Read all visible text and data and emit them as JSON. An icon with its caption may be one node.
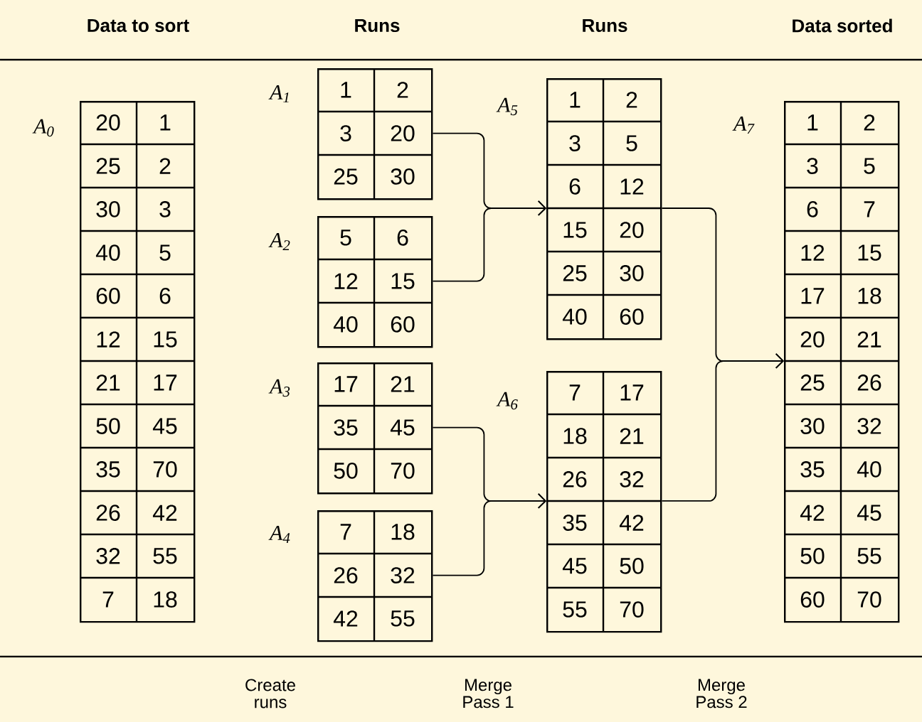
{
  "diagram": {
    "nodes": [
      {
        "text": [
          "20",
          "1",
          "25",
          "2",
          "30",
          "3",
          "40",
          "5",
          "60",
          "6",
          "12",
          "15",
          "21",
          "17",
          "50",
          "45",
          "35",
          "70",
          "26",
          "42",
          "32",
          "55",
          "7",
          "18"
        ],
        "beside": [
          "A$_{0}$"
        ]
      },
      {
        "text": [
          "1",
          "2",
          "3",
          "20",
          "25",
          "30"
        ],
        "beside": [
          "A$_{1}$"
        ]
      },
      {
        "text": [
          "5",
          "6",
          "12",
          "15",
          "40",
          "60"
        ],
        "beside": [
          "A$_{2}$"
        ]
      },
      {
        "text": [
          "17",
          "21",
          "35",
          "45",
          "50",
          "70"
        ],
        "beside": [
          "A$_{3}$"
        ]
      },
      {
        "text": [
          "7",
          "18",
          "26",
          "32",
          "42",
          "55"
        ],
        "beside": [
          "A$_{4}$"
        ]
      },
      {
        "text": [
          "1",
          "2",
          "3",
          "5",
          "6",
          "12",
          "15",
          "20",
          "25",
          "30",
          "40",
          "60"
        ],
        "beside": [
          "A$_{5}$"
        ]
      },
      {
        "text": [
          "7",
          "17",
          "18",
          "21",
          "26",
          "32",
          "35",
          "42",
          "45",
          "50",
          "55",
          "70"
        ],
        "beside": [
          "A$_{6}$"
        ]
      },
      {
        "text": [
          "1",
          "2",
          "3",
          "5",
          "6",
          "7",
          "12",
          "15",
          "17",
          "18",
          "20",
          "21",
          "25",
          "26",
          "30",
          "32",
          "35",
          "40",
          "42",
          "45",
          "50",
          "55",
          "60",
          "70"
        ],
        "beside": [
          "A$_{7}$"
        ]
      }
    ],
    "edges": [
      {
        "from": 1,
        "to": 5,
        "arrow": "to"
      },
      {
        "from": 2,
        "to": 5,
        "arrow": "to"
      },
      {
        "from": 3,
        "to": 6,
        "arrow": "to"
      },
      {
        "from": 4,
        "to": 6,
        "arrow": "to"
      },
      {
        "from": 5,
        "to": 7,
        "arrow": "to"
      },
      {
        "from": 6,
        "to": 7,
        "arrow": "to"
      }
    ],
    "labels": [
      "Data to sort",
      "Runs",
      "Runs",
      "Data sorted",
      "Create runs",
      "Merge Pass 1",
      "Merge Pass 2"
    ]
  }
}
